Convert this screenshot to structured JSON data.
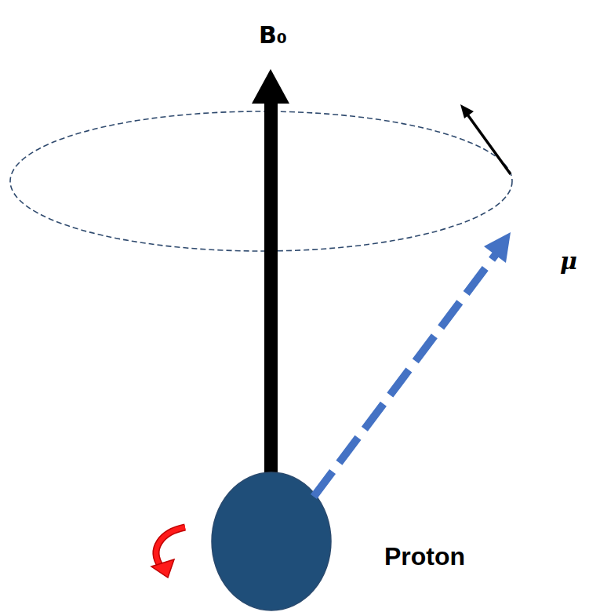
{
  "diagram": {
    "labels": [
      "B₀",
      "μ",
      "Proton"
    ]
  }
}
